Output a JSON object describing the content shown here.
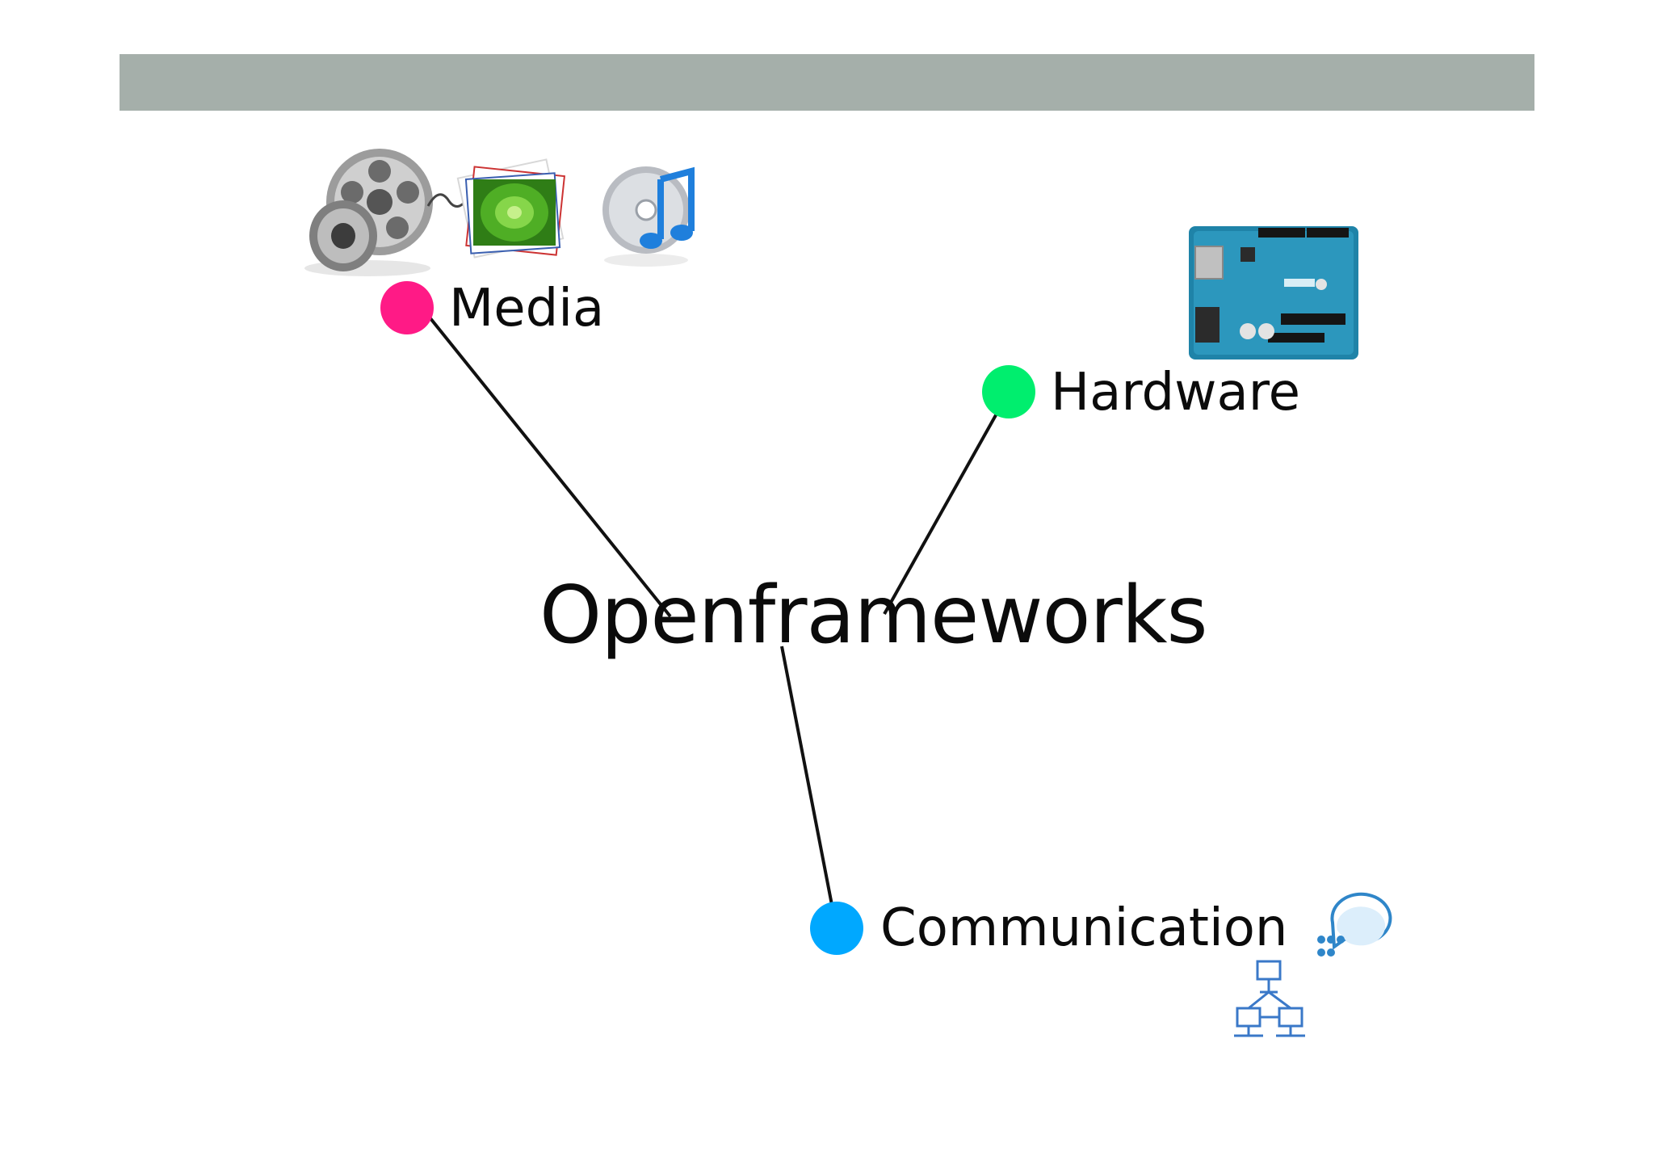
{
  "diagram": {
    "center": {
      "label": "Openframeworks"
    },
    "nodes": [
      {
        "id": "media",
        "label": "Media",
        "color": "#ff1a86",
        "icons": [
          "film-reel-speaker-icon",
          "photo-stack-icon",
          "music-disc-icon"
        ]
      },
      {
        "id": "hardware",
        "label": "Hardware",
        "color": "#00ee6e",
        "icons": [
          "arduino-board-icon"
        ]
      },
      {
        "id": "communication",
        "label": "Communication",
        "color": "#00a8ff",
        "icons": [
          "chat-bubble-icon",
          "network-icon"
        ]
      }
    ],
    "header_bar_color": "#a5afaa",
    "connector_color": "#111111"
  }
}
